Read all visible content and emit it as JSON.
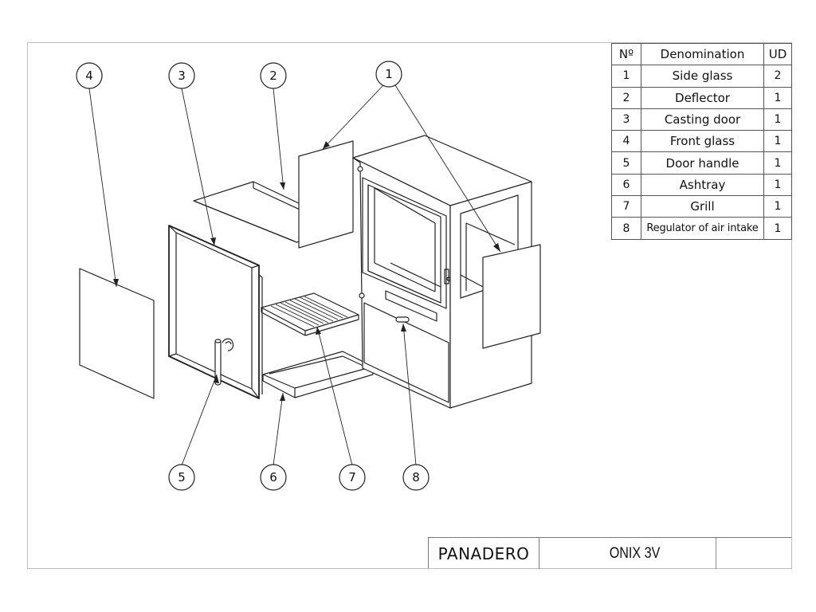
{
  "balloons": [
    "1",
    "2",
    "3",
    "4",
    "5",
    "6",
    "7",
    "8"
  ],
  "bom": {
    "headers": {
      "num": "Nº",
      "denomination": "Denomination",
      "qty": "UD"
    },
    "rows": [
      {
        "num": "1",
        "denomination": "Side glass",
        "qty": "2"
      },
      {
        "num": "2",
        "denomination": "Deflector",
        "qty": "1"
      },
      {
        "num": "3",
        "denomination": "Casting door",
        "qty": "1"
      },
      {
        "num": "4",
        "denomination": "Front glass",
        "qty": "1"
      },
      {
        "num": "5",
        "denomination": "Door handle",
        "qty": "1"
      },
      {
        "num": "6",
        "denomination": "Ashtray",
        "qty": "1"
      },
      {
        "num": "7",
        "denomination": "Grill",
        "qty": "1"
      },
      {
        "num": "8",
        "denomination": "Regulator of air intake",
        "qty": "1"
      }
    ]
  },
  "title_block": {
    "company": "PANADERO",
    "model": "ONIX 3V"
  }
}
